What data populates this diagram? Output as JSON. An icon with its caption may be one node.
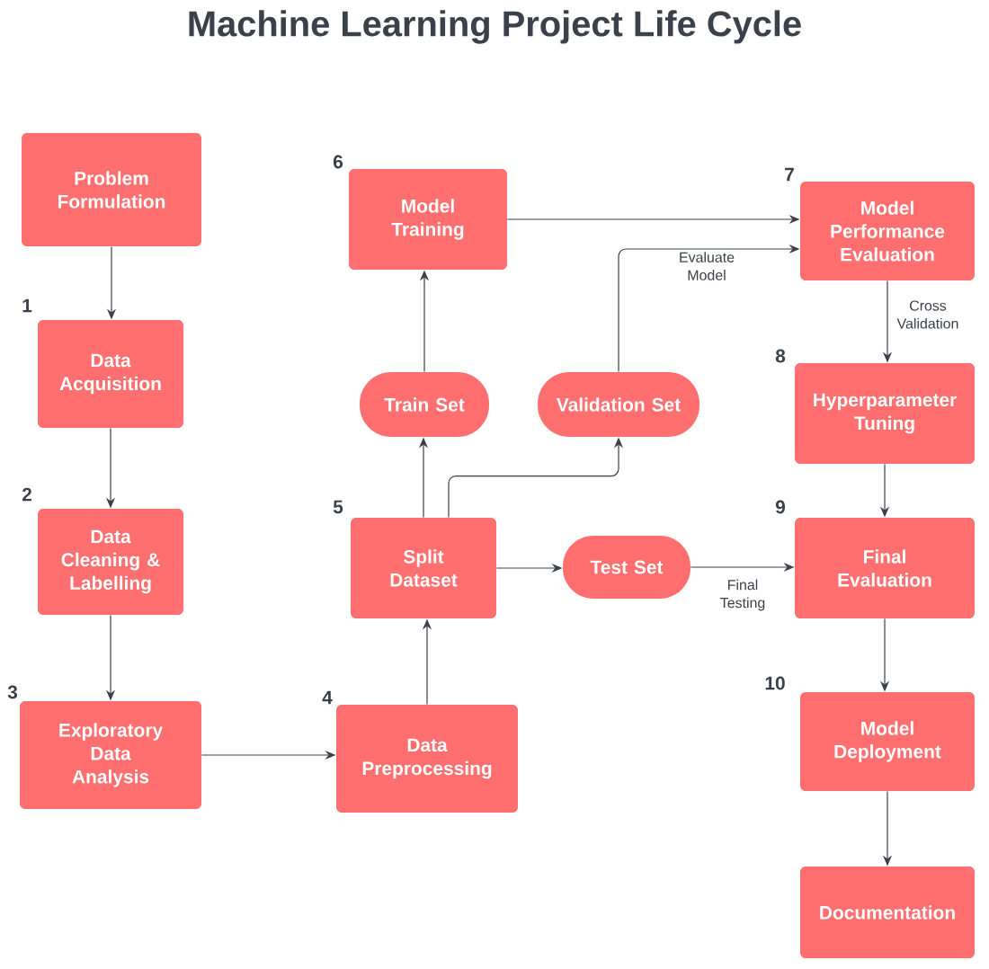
{
  "diagram": {
    "title": "Machine Learning Project Life Cycle",
    "nodes": [
      {
        "text": [
          "Problem Formulation"
        ]
      },
      {
        "text": [
          "Data Acquisition"
        ],
        "beside": [
          "1"
        ]
      },
      {
        "text": [
          "Data Cleaning & Labelling"
        ],
        "beside": [
          "2"
        ]
      },
      {
        "text": [
          "Exploratory Data Analysis"
        ],
        "beside": [
          "3"
        ]
      },
      {
        "text": [
          "Data Preprocessing"
        ],
        "beside": [
          "4"
        ]
      },
      {
        "text": [
          "Split Dataset"
        ],
        "beside": [
          "5"
        ]
      },
      {
        "text": [
          "Train Set"
        ]
      },
      {
        "text": [
          "Validation Set"
        ]
      },
      {
        "text": [
          "Test Set"
        ]
      },
      {
        "text": [
          "Model Training"
        ],
        "beside": [
          "6"
        ]
      },
      {
        "text": [
          "Model Performance Evaluation"
        ],
        "beside": [
          "7"
        ]
      },
      {
        "text": [
          "Hyperparameter Tuning"
        ],
        "beside": [
          "8"
        ]
      },
      {
        "text": [
          "Final Evaluation"
        ],
        "beside": [
          "9"
        ]
      },
      {
        "text": [
          "Model Deployment"
        ],
        "beside": [
          "10"
        ]
      },
      {
        "text": [
          "Documentation"
        ]
      }
    ],
    "edges": [
      {
        "from": 0,
        "to": 1,
        "arrow": "to"
      },
      {
        "from": 1,
        "to": 2,
        "arrow": "to"
      },
      {
        "from": 2,
        "to": 3,
        "arrow": "to"
      },
      {
        "from": 3,
        "to": 4,
        "arrow": "to"
      },
      {
        "from": 4,
        "to": 5,
        "arrow": "to"
      },
      {
        "from": 5,
        "to": 6,
        "arrow": "to"
      },
      {
        "from": 6,
        "to": 9,
        "arrow": "to"
      },
      {
        "from": 5,
        "to": 7,
        "arrow": "to"
      },
      {
        "from": 5,
        "to": 8,
        "arrow": "to"
      },
      {
        "from": 9,
        "to": 10,
        "arrow": "to"
      },
      {
        "from": 7,
        "to": 10,
        "arrow": "to",
        "label": "Evaluate Model"
      },
      {
        "from": 10,
        "to": 11,
        "arrow": "to",
        "label": "Cross Validation"
      },
      {
        "from": 11,
        "to": 12,
        "arrow": "to"
      },
      {
        "from": 8,
        "to": 12,
        "arrow": "to",
        "label": "Final Testing"
      },
      {
        "from": 12,
        "to": 13,
        "arrow": "to"
      },
      {
        "from": 13,
        "to": 14,
        "arrow": "to"
      }
    ]
  }
}
